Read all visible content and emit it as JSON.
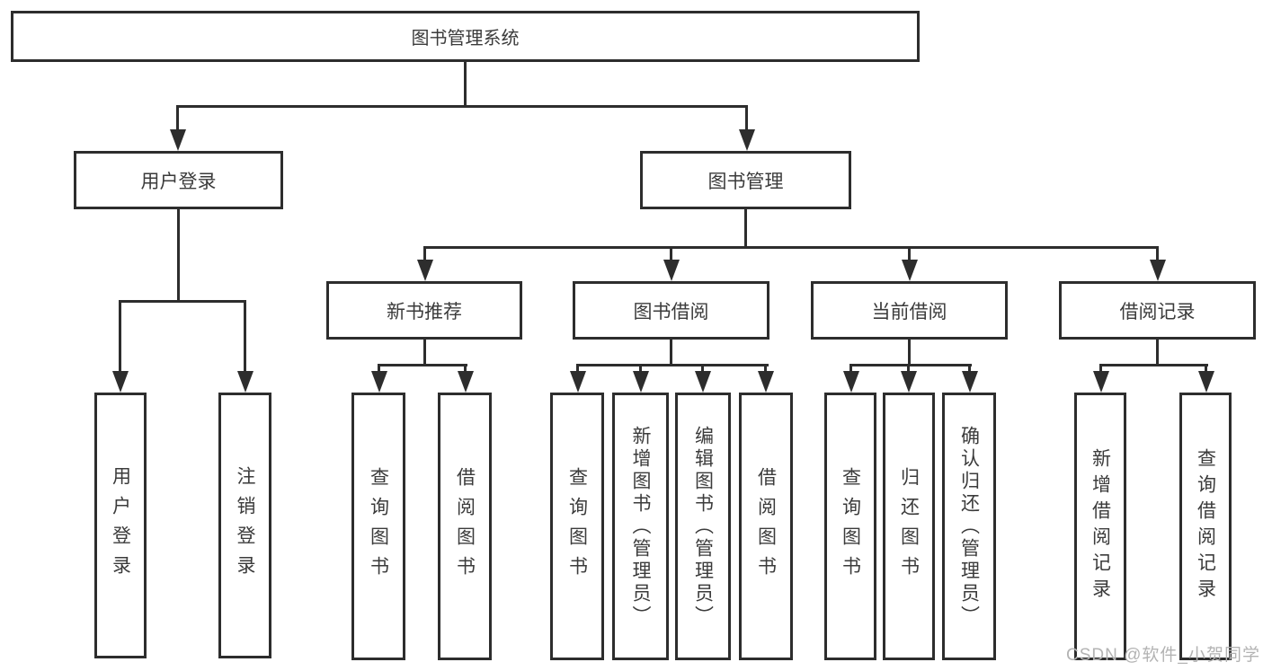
{
  "colors": {
    "line": "#2d2d2d",
    "text": "#3b3b3b",
    "box-bg": "#ffffff",
    "watermark": "#b3b3b3"
  },
  "diagram_type": "tree-diagram",
  "nodes": {
    "root": "图书管理系统",
    "userLogin": "用户登录",
    "bookMgmt": "图书管理",
    "newBookRec": "新书推荐",
    "bookBorrow": "图书借阅",
    "currentBorrow": "当前借阅",
    "borrowRecords": "借阅记录"
  },
  "leaves": {
    "userLogin": [
      "用户登录",
      "注销登录"
    ],
    "newBookRec": [
      "查询图书",
      "借阅图书"
    ],
    "bookBorrow": [
      "查询图书",
      "新增图书（管理员）",
      "编辑图书（管理员）",
      "借阅图书"
    ],
    "currentBorrow": [
      "查询图书",
      "归还图书",
      "确认归还（管理员）"
    ],
    "borrowRecords": [
      "新增借阅记录",
      "查询借阅记录"
    ]
  },
  "watermark": "CSDN @软件_小贺同学"
}
